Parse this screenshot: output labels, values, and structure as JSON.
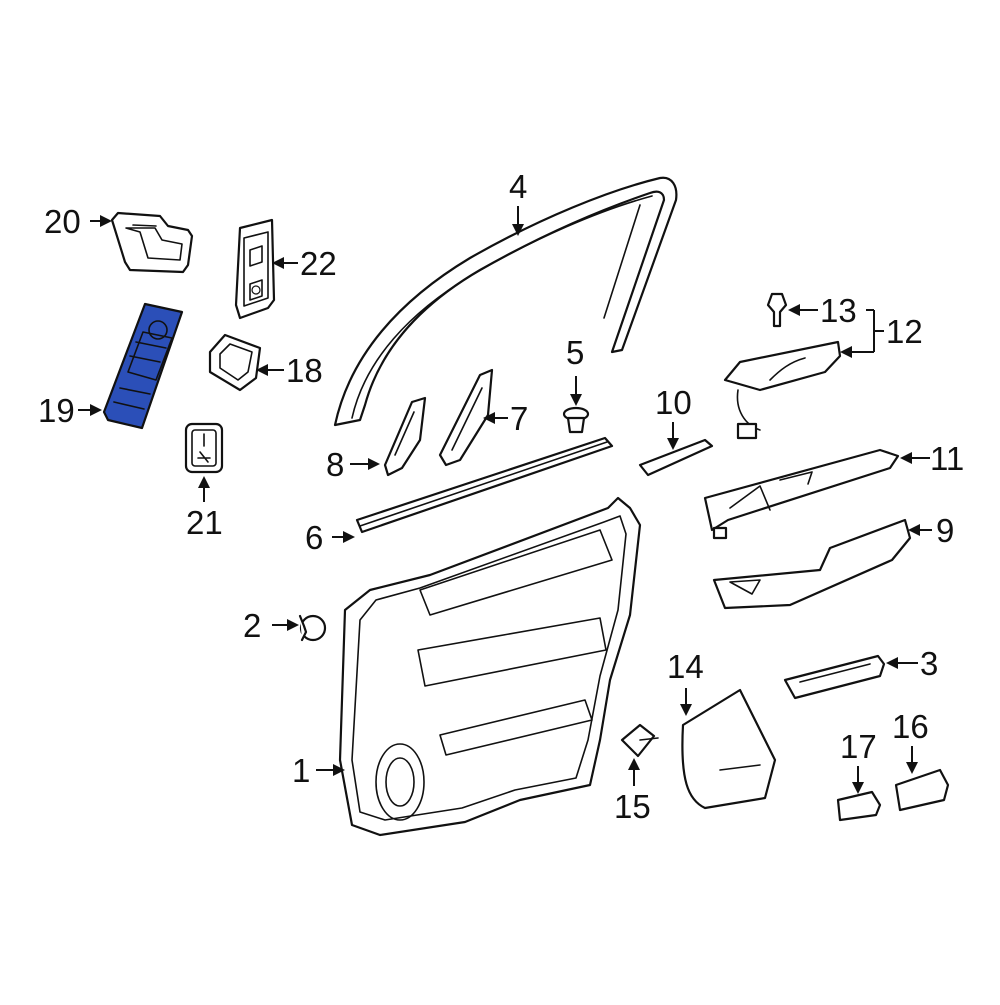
{
  "colors": {
    "highlight": "#2b4fb8",
    "line": "#111111",
    "background": "#ffffff"
  },
  "callouts": [
    {
      "id": "1",
      "label": "1"
    },
    {
      "id": "2",
      "label": "2"
    },
    {
      "id": "3",
      "label": "3"
    },
    {
      "id": "4",
      "label": "4"
    },
    {
      "id": "5",
      "label": "5"
    },
    {
      "id": "6",
      "label": "6"
    },
    {
      "id": "7",
      "label": "7"
    },
    {
      "id": "8",
      "label": "8"
    },
    {
      "id": "9",
      "label": "9"
    },
    {
      "id": "10",
      "label": "10"
    },
    {
      "id": "11",
      "label": "11"
    },
    {
      "id": "12",
      "label": "12"
    },
    {
      "id": "13",
      "label": "13"
    },
    {
      "id": "14",
      "label": "14"
    },
    {
      "id": "15",
      "label": "15"
    },
    {
      "id": "16",
      "label": "16"
    },
    {
      "id": "17",
      "label": "17"
    },
    {
      "id": "18",
      "label": "18"
    },
    {
      "id": "19",
      "label": "19",
      "highlighted": true
    },
    {
      "id": "20",
      "label": "20"
    },
    {
      "id": "21",
      "label": "21"
    },
    {
      "id": "22",
      "label": "22"
    }
  ]
}
